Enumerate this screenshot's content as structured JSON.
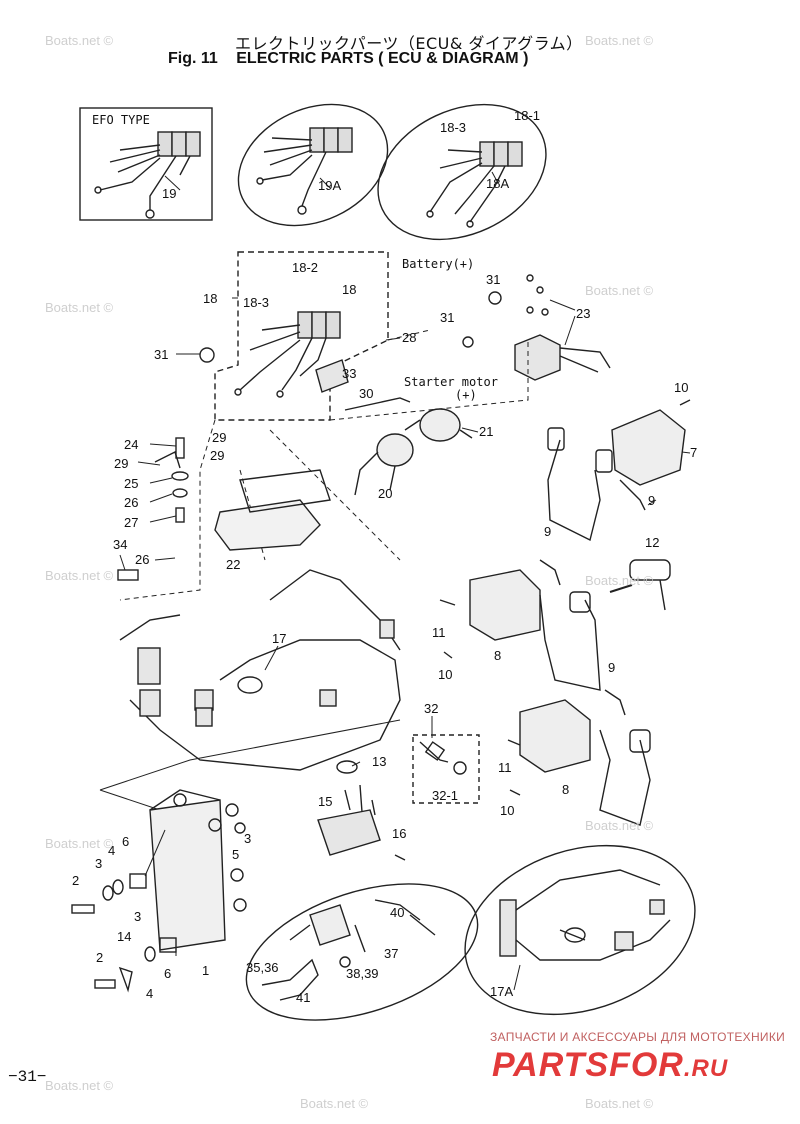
{
  "title": {
    "jp": "エレクトリックパーツ（ECU& ダイアグラム）",
    "fig": "Fig. 11",
    "en": "ELECTRIC PARTS ( ECU & DIAGRAM )"
  },
  "insets": {
    "efo_type": "EFO TYPE"
  },
  "annotations": {
    "battery": "Battery(+)",
    "starter_motor": "Starter motor",
    "starter_plus": "(+)"
  },
  "part_labels": [
    "19",
    "19A",
    "18-3",
    "18-1",
    "18A",
    "18-2",
    "18",
    "18-3",
    "18",
    "31",
    "31",
    "31",
    "23",
    "28",
    "33",
    "30",
    "21",
    "10",
    "7",
    "9",
    "24",
    "29",
    "25",
    "26",
    "27",
    "29",
    "29",
    "20",
    "22",
    "34",
    "26",
    "9",
    "12",
    "11",
    "10",
    "8",
    "17",
    "9",
    "32",
    "11",
    "10",
    "8",
    "13",
    "32-1",
    "15",
    "16",
    "3",
    "4",
    "6",
    "2",
    "5",
    "3",
    "2",
    "14",
    "3",
    "4",
    "6",
    "1",
    "40",
    "35,36",
    "37",
    "38,39",
    "41",
    "17A"
  ],
  "watermark": "Boats.net ©",
  "page_number": "−31−",
  "shop": {
    "tagline": "ЗАПЧАСТИ И АКСЕССУАРЫ ДЛЯ МОТОТЕХНИКИ",
    "logo_main": "PARTSFOR",
    "logo_tld": ".RU"
  }
}
